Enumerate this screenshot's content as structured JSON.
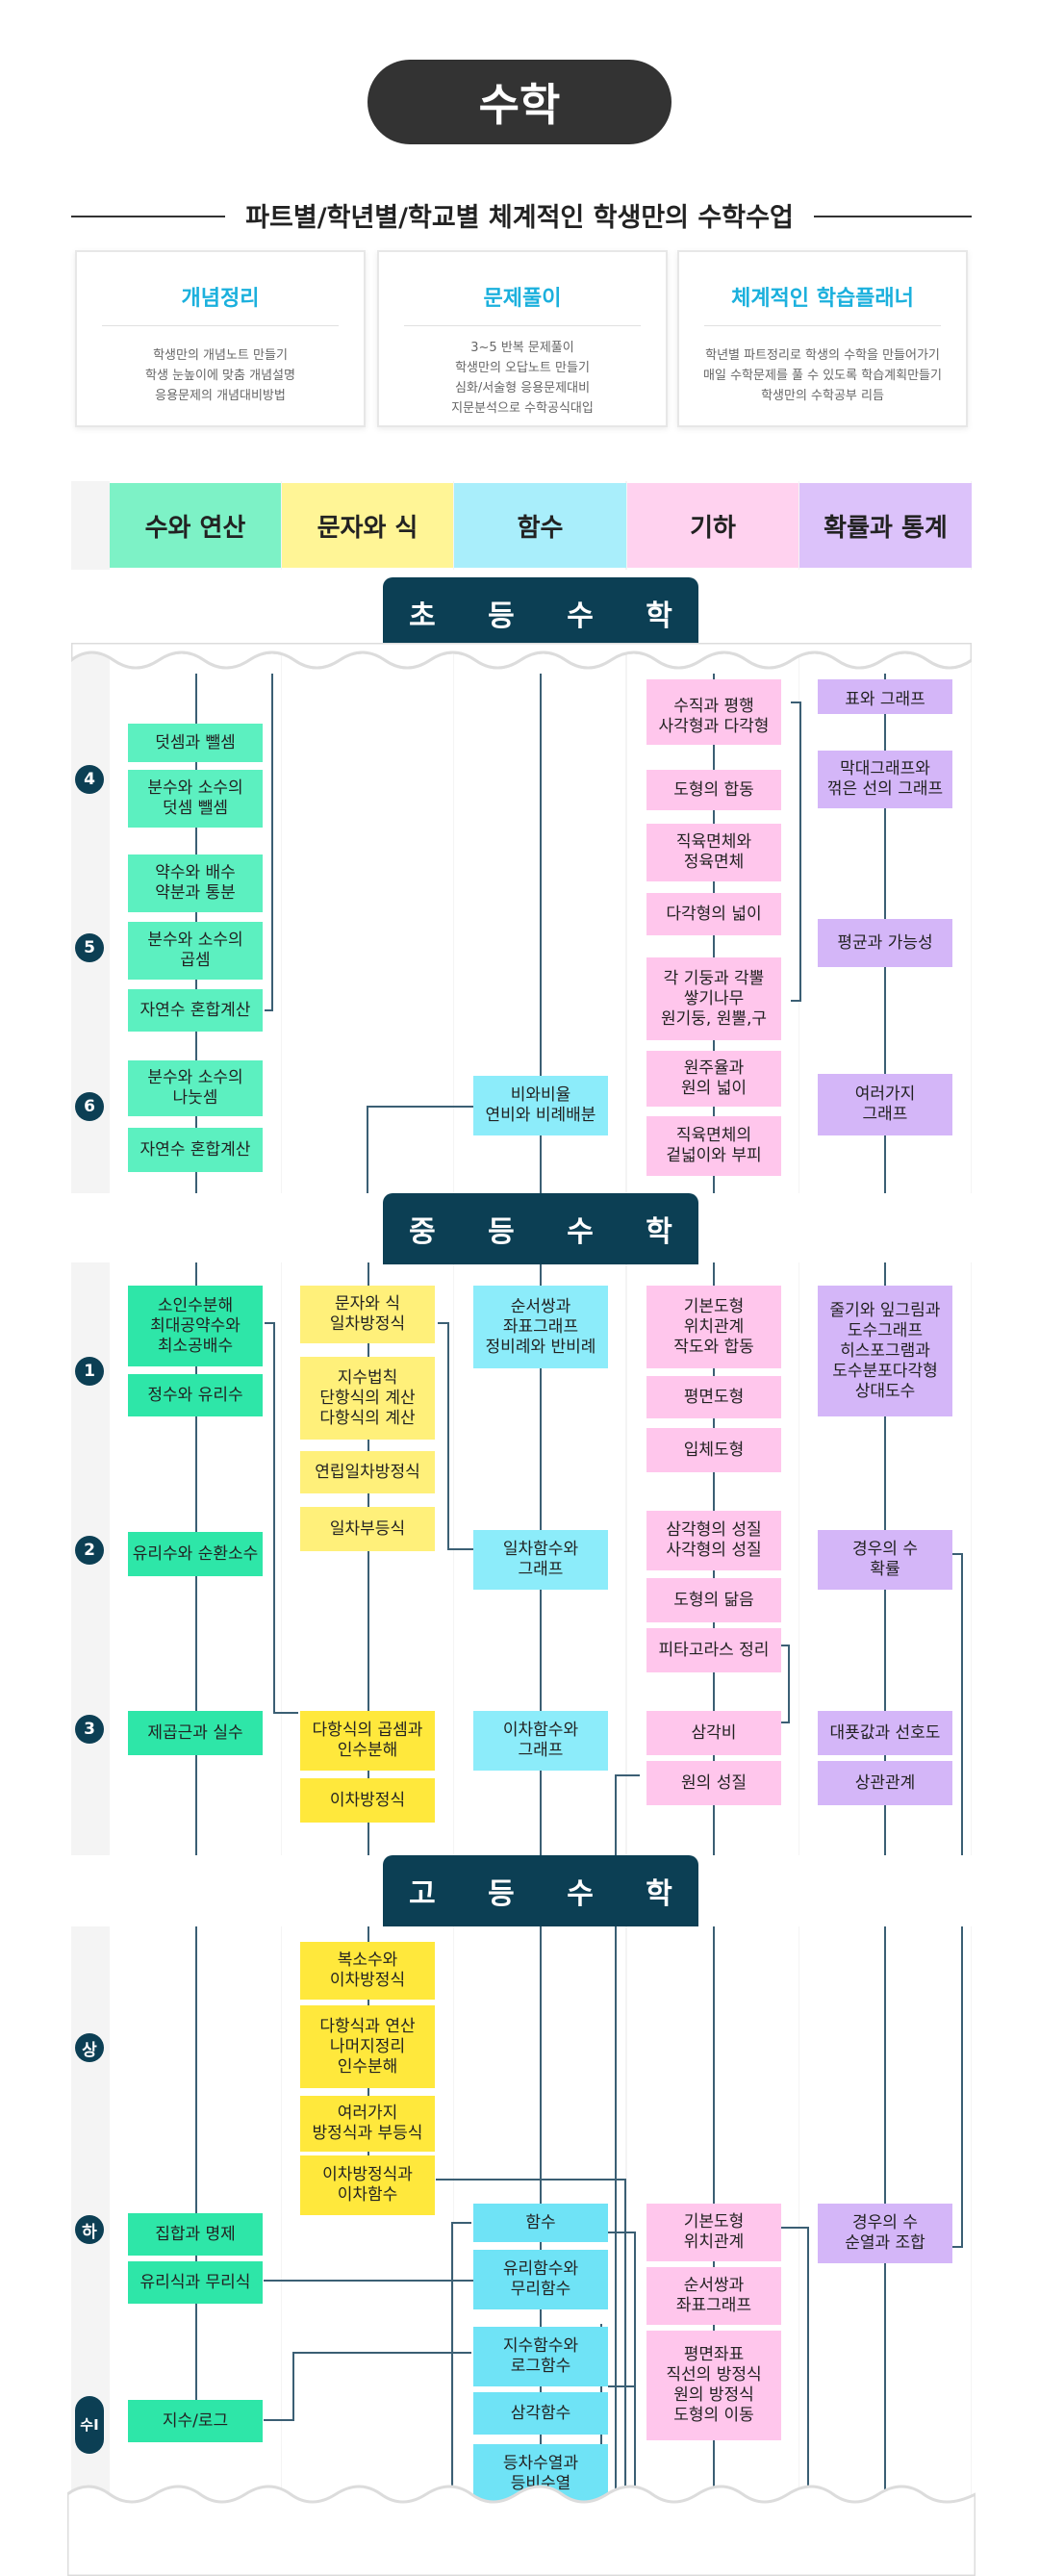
{
  "page": {
    "title": "수학",
    "subtitle": "파트별/학년별/학교별 체계적인 학생만의 수학수업"
  },
  "cards": [
    {
      "title": "개념정리",
      "lines": [
        "학생만의 개념노트 만들기",
        "학생 눈높이에 맞춤 개념설명",
        "응용문제의 개념대비방법"
      ]
    },
    {
      "title": "문제풀이",
      "lines": [
        "3~5 반복 문제풀이",
        "학생만의 오답노트 만들기",
        "심화/서술형 응용문제대비",
        "지문분석으로 수학공식대입"
      ]
    },
    {
      "title": "체계적인 학습플래너",
      "lines": [
        "학년별 파트정리로 학생의 수학을 만들어가기",
        "매일 수학문제를 풀 수 있도록 학습계획만들기",
        "학생만의 수학공부 리듬"
      ]
    }
  ],
  "columns": [
    "수와 연산",
    "문자와 식",
    "함수",
    "기하",
    "확률과 통계"
  ],
  "colors": {
    "banner": "#0c3f54",
    "pill": "#333333",
    "card_title": "#1bb0dd",
    "line": "#3b5f74"
  },
  "sections": {
    "elementary": "초 등 수 학",
    "middle": "중 등 수 학",
    "high": "고 등 수 학"
  },
  "grades": {
    "e4": "4",
    "e5": "5",
    "e6": "6",
    "m1": "1",
    "m2": "2",
    "m3": "3",
    "h_sang": "상",
    "h_ha": "하",
    "h_su": "수Ⅰ"
  },
  "elementary": {
    "c1": [
      "덧셈과 뺄셈",
      "분수와 소수의\n덧셈 뺄셈",
      "약수와 배수\n약분과 통분",
      "분수와 소수의\n곱셈",
      "자연수 혼합계산",
      "분수와 소수의\n나눗셈",
      "자연수 혼합계산"
    ],
    "c3": [
      "비와비율\n연비와 비례배분"
    ],
    "c4": [
      "수직과 평행\n사각형과 다각형",
      "도형의 합동",
      "직육면체와\n정육면체",
      "다각형의 넓이",
      "각 기둥과 각뿔\n쌓기나무\n원기둥, 원뿔,구",
      "원주율과\n원의 넓이",
      "직육면체의\n겉넓이와 부피"
    ],
    "c5": [
      "표와 그래프",
      "막대그래프와\n꺾은 선의 그래프",
      "평균과 가능성",
      "여러가지\n그래프"
    ]
  },
  "middle": {
    "c1": [
      "소인수분해\n최대공약수와\n최소공배수",
      "정수와 유리수",
      "유리수와 순환소수",
      "제곱근과 실수"
    ],
    "c2": [
      "문자와 식\n일차방정식",
      "지수법칙\n단항식의 계산\n다항식의 계산",
      "연립일차방정식",
      "일차부등식",
      "다항식의 곱셈과\n인수분해",
      "이차방정식"
    ],
    "c3": [
      "순서쌍과\n좌표그래프\n정비례와 반비례",
      "일차함수와\n그래프",
      "이차함수와\n그래프"
    ],
    "c4": [
      "기본도형\n위치관계\n작도와 합동",
      "평면도형",
      "입체도형",
      "삼각형의 성질\n사각형의 성질",
      "도형의 닮음",
      "피타고라스 정리",
      "삼각비",
      "원의 성질"
    ],
    "c5": [
      "줄기와 잎그림과\n도수그래프\n히스포그램과\n도수분포다각형\n상대도수",
      "경우의 수\n확률",
      "대푯값과 선호도",
      "상관관계"
    ]
  },
  "high": {
    "c1": [
      "집합과 명제",
      "유리식과 무리식",
      "지수/로그"
    ],
    "c2": [
      "복소수와\n이차방정식",
      "다항식과 연산\n나머지정리\n인수분해",
      "여러가지\n방정식과 부등식",
      "이차방정식과\n이차함수"
    ],
    "c3": [
      "함수",
      "유리함수와\n무리함수",
      "지수함수와\n로그함수",
      "삼각함수",
      "등차수열과\n등비수열"
    ],
    "c4": [
      "기본도형\n위치관계",
      "순서쌍과\n좌표그래프",
      "평면좌표\n직선의 방정식\n원의 방정식\n도형의 이동"
    ],
    "c5": [
      "경우의 수\n순열과 조합"
    ]
  }
}
